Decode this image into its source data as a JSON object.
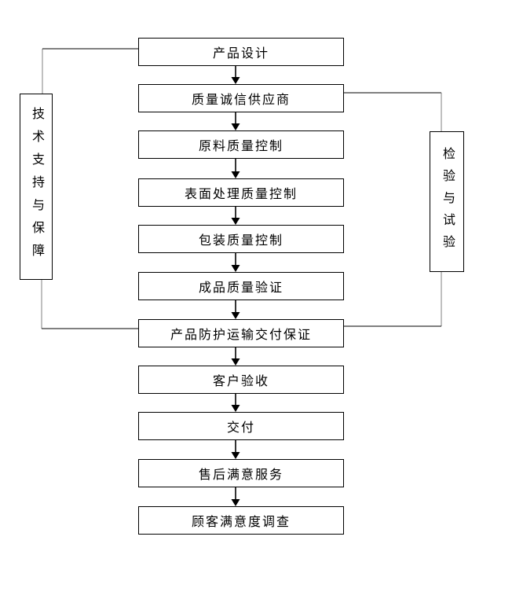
{
  "diagram": {
    "type": "flowchart",
    "flow_steps": [
      {
        "label": "产品设计"
      },
      {
        "label": "质量诚信供应商"
      },
      {
        "label": "原料质量控制"
      },
      {
        "label": "表面处理质量控制"
      },
      {
        "label": "包装质量控制"
      },
      {
        "label": "成品质量验证"
      },
      {
        "label": "产品防护运输交付保证"
      },
      {
        "label": "客户验收"
      },
      {
        "label": "交付"
      },
      {
        "label": "售后满意服务"
      },
      {
        "label": "顾客满意度调查"
      }
    ],
    "side_boxes": {
      "left": {
        "label": "技术支持与保障"
      },
      "right": {
        "label": "检验与试验"
      }
    },
    "connections": {
      "left_box_top_connects_to": "产品设计",
      "left_box_bottom_connects_to": "产品防护运输交付保证",
      "right_box_top_connects_to": "质量诚信供应商",
      "right_box_bottom_connects_to": "产品防护运输交付保证"
    },
    "colors": {
      "background": "#ffffff",
      "text": "#000000",
      "box_border": "#000000",
      "arrow": "#000000",
      "connector_vertical": "#808080",
      "connector_horizontal": "#000000"
    }
  }
}
